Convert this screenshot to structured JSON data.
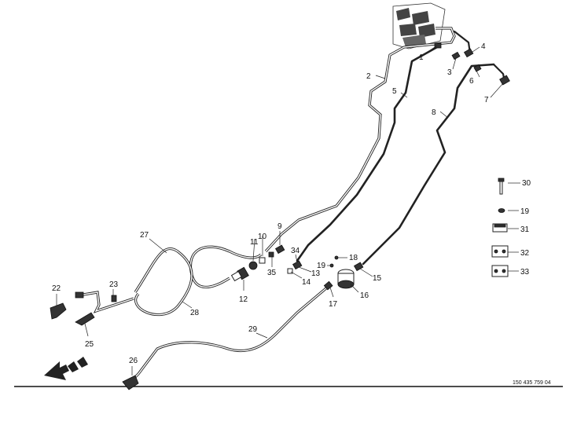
{
  "drawing": {
    "doc_number": "150 435 759 04",
    "callouts": [
      "1",
      "2",
      "3",
      "4",
      "5",
      "6",
      "7",
      "8",
      "9",
      "10",
      "11",
      "12",
      "13",
      "14",
      "15",
      "16",
      "17",
      "18",
      "19",
      "19",
      "22",
      "23",
      "25",
      "26",
      "27",
      "28",
      "29",
      "30",
      "31",
      "32",
      "33",
      "34",
      "35"
    ]
  }
}
